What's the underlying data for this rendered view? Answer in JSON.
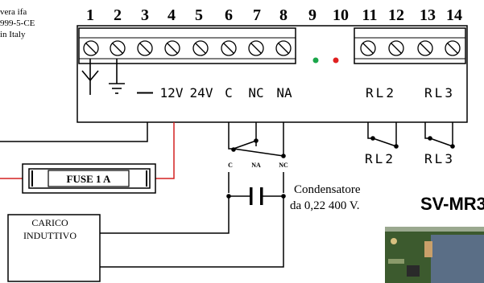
{
  "header_text": {
    "line1": "vera ifa",
    "line2": "999-5-CE",
    "line3": "in Italy"
  },
  "terminal_numbers": [
    "1",
    "2",
    "3",
    "4",
    "5",
    "6",
    "7",
    "8",
    "9",
    "10",
    "11",
    "12",
    "13",
    "14"
  ],
  "left_block_screw_count": 8,
  "right_block_screw_count": 4,
  "leds": [
    {
      "name": "green-led",
      "color": "#1aa64a"
    },
    {
      "name": "red-led",
      "color": "#e02020"
    }
  ],
  "board_labels": {
    "minus": "—",
    "v12": "12V",
    "v24": "24V",
    "c": "C",
    "nc": "NC",
    "na": "NA",
    "rl2": "RL2",
    "rl3": "RL3"
  },
  "relay_labels": {
    "c": "C",
    "na": "NA",
    "nc": "NC"
  },
  "external_relay_labels": {
    "rl2": "RL2",
    "rl3": "RL3"
  },
  "fuse_label": "FUSE 1 A",
  "condenser": {
    "line1": "Condensatore",
    "line2": "da 0,22 400 V."
  },
  "load": {
    "line1": "CARICO",
    "line2": "INDUTTIVO"
  },
  "model": "SV-MR3",
  "colors": {
    "wire_black": "#000000",
    "wire_red": "#d42020",
    "board_border": "#000000"
  }
}
